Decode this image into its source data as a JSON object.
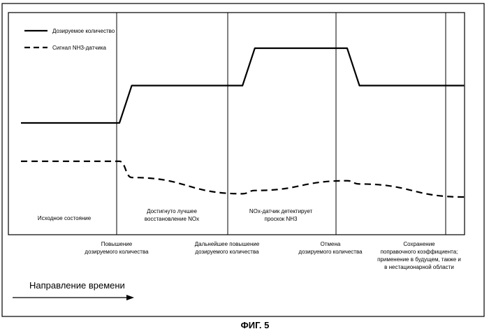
{
  "figure_caption": "ФИГ. 5",
  "chart_data": {
    "type": "line",
    "title": "",
    "xlabel": "",
    "ylabel": "",
    "grid": false,
    "legend_placement": "top-left",
    "legend": [
      {
        "name": "Дозируемое количество",
        "style": "solid"
      },
      {
        "name": "Сигнал NH3-датчика",
        "style": "dashed"
      }
    ],
    "phases": [
      {
        "label": [
          "Исходное состояние"
        ]
      },
      {
        "label": [
          "Достигнуто лучшее",
          "восстановление NOx"
        ]
      },
      {
        "label": [
          "NOx-датчик детектирует",
          "проскок NH3"
        ]
      },
      {
        "label": []
      },
      {
        "label": []
      }
    ],
    "transitions": [
      {
        "label": [
          "Повышение",
          "дозируемого количества"
        ]
      },
      {
        "label": [
          "Дальнейшее повышение",
          "дозируемого количества"
        ]
      },
      {
        "label": [
          "Отмена",
          "дозируемого количества"
        ]
      },
      {
        "label": [
          "Сохранение",
          "поправочного коэффициента;",
          "применение в будущем, также и",
          "в нестационарной области"
        ]
      }
    ],
    "x": [
      0,
      16,
      18,
      36,
      38,
      53,
      55,
      72
    ],
    "series": [
      {
        "name": "Дозируемое количество",
        "style": "solid",
        "values": [
          1.0,
          1.0,
          2.0,
          2.0,
          3.0,
          3.0,
          2.0,
          2.0
        ]
      },
      {
        "name": "Сигнал NH3-датчика",
        "style": "dashed",
        "values": [
          0.55,
          0.55,
          0.3,
          0.05,
          0.1,
          0.25,
          0.2,
          0.0
        ]
      }
    ]
  },
  "time_direction_label": "Направление времени"
}
